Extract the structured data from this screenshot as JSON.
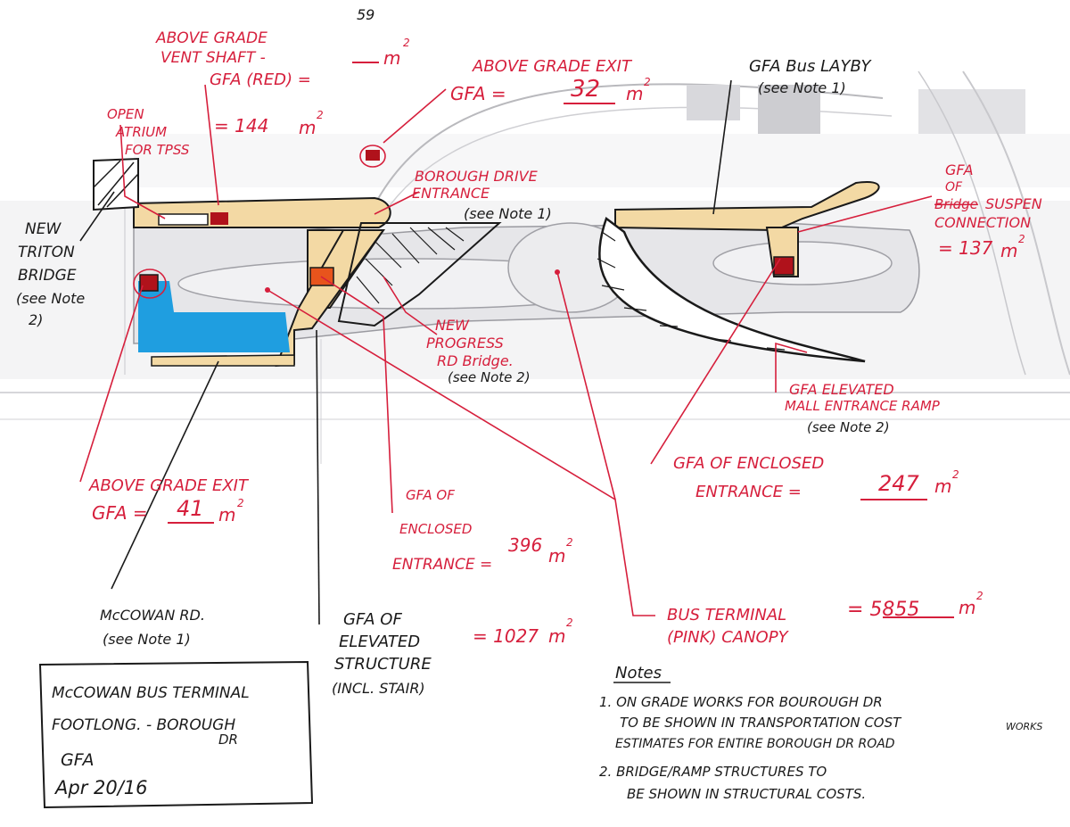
{
  "colors": {
    "ink_red": "#d61f3c",
    "ink_black": "#1a1a1a",
    "gfa_tan": "#f3d9a4",
    "blue_area": "#1f9ee0",
    "pink_canopy": "#e9e9eb",
    "red_fill": "#b0121b",
    "orange_fill": "#e8541c"
  },
  "labels": {
    "vent_shaft_1": "ABOVE GRADE",
    "vent_shaft_2": "VENT SHAFT -",
    "vent_shaft_3": "GFA (RED) =",
    "vent_shaft_value": "59",
    "vent_shaft_unit": "m",
    "exit_top_1": "ABOVE GRADE EXIT",
    "exit_top_2": "GFA =",
    "exit_top_value": "32",
    "exit_top_unit": "m",
    "atrium_1": "OPEN",
    "atrium_2": "ATRIUM",
    "atrium_3": "FOR TPSS",
    "atrium_value": "= 144",
    "atrium_unit": "m",
    "borough_1": "BOROUGH DRIVE",
    "borough_2": "ENTRANCE",
    "borough_3": "(see Note 1)",
    "bus_layby_1": "GFA Bus LAYBY",
    "bus_layby_2": "(see Note 1)",
    "suspen_1": "GFA",
    "suspen_2": "OF",
    "suspen_struck": "Bridge",
    "suspen_3": "SUSPEN",
    "suspen_4": "CONNECTION",
    "suspen_value": "= 137",
    "suspen_unit": "m",
    "triton_1": "NEW",
    "triton_2": "TRITON",
    "triton_3": "BRIDGE",
    "triton_4": "(see Note",
    "triton_5": "2)",
    "progress_1": "NEW",
    "progress_2": "PROGRESS",
    "progress_3": "RD Bridge.",
    "progress_4": "(see Note 2)",
    "mall_ramp_1": "GFA ELEVATED",
    "mall_ramp_2": "MALL ENTRANCE RAMP",
    "mall_ramp_3": "(see Note 2)",
    "exit_left_1": "ABOVE GRADE EXIT",
    "exit_left_2": "GFA =",
    "exit_left_value": "41",
    "exit_left_unit": "m",
    "enclosed_mid_1": "GFA OF",
    "enclosed_mid_2": "ENCLOSED",
    "enclosed_mid_3": "ENTRANCE =",
    "enclosed_mid_value": "396",
    "enclosed_mid_unit": "m",
    "enclosed_right_1": "GFA OF ENCLOSED",
    "enclosed_right_2": "ENTRANCE  =",
    "enclosed_right_value": "247",
    "enclosed_right_unit": "m",
    "mccowan_1": "McCOWAN RD.",
    "mccowan_2": "(see Note 1)",
    "elevated_1": "GFA OF",
    "elevated_2": "ELEVATED",
    "elevated_3": "STRUCTURE",
    "elevated_4": "(INCL. STAIR)",
    "elevated_value": "= 1027",
    "elevated_unit": "m",
    "canopy_1": "BUS TERMINAL",
    "canopy_2": "(PINK) CANOPY",
    "canopy_value": "= 5855",
    "canopy_unit": "m",
    "squared": "2"
  },
  "title_block": {
    "line1": "McCOWAN BUS TERMINAL",
    "line2": "FOOTLONG. - BOROUGH",
    "line2b": "DR",
    "line3": "GFA",
    "line4": "Apr 20/16"
  },
  "notes": {
    "heading": "Notes",
    "n1_a": "1. ON GRADE WORKS FOR BOUROUGH DR",
    "n1_b": "TO BE SHOWN IN TRANSPORTATION COST",
    "n1_c": "ESTIMATES FOR ENTIRE BOROUGH DR ROAD",
    "n1_d": "WORKS",
    "n2_a": "2. BRIDGE/RAMP STRUCTURES TO",
    "n2_b": "BE SHOWN IN STRUCTURAL COSTS."
  }
}
